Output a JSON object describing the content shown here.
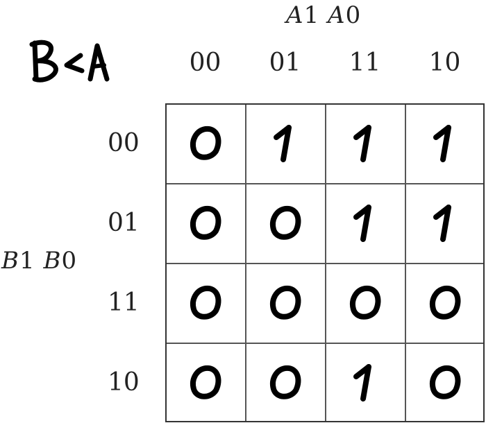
{
  "title": "B<A",
  "column_variables": {
    "letter1": "A",
    "num1": "1",
    "letter2": "A",
    "num2": "0"
  },
  "row_variables": {
    "letter1": "B",
    "num1": "1",
    "letter2": "B",
    "num2": "0"
  },
  "column_headers": [
    "00",
    "01",
    "11",
    "10"
  ],
  "row_headers": [
    "00",
    "01",
    "11",
    "10"
  ],
  "cells": [
    [
      "0",
      "1",
      "1",
      "1"
    ],
    [
      "0",
      "0",
      "1",
      "1"
    ],
    [
      "0",
      "0",
      "0",
      "0"
    ],
    [
      "0",
      "0",
      "1",
      "0"
    ]
  ]
}
